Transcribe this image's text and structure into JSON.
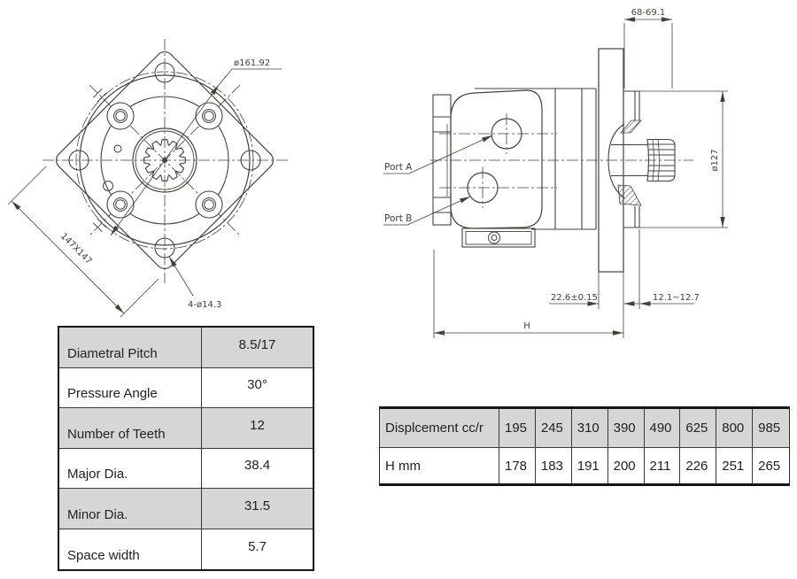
{
  "front_view": {
    "dim_bolt_circle": "ø161.92",
    "dim_square": "147X147",
    "dim_holes": "4-ø14.3"
  },
  "side_view": {
    "port_a": "Port A",
    "port_b": "Port B",
    "dim_shaft_length": "68-69.1",
    "dim_pilot_diameter": "ø127",
    "dim_flange_thickness": "22.6±0.15",
    "dim_ring_width": "12.1~12.7",
    "dim_overall_length": "H"
  },
  "gear_table": {
    "rows": [
      {
        "label": "Diametral Pitch",
        "value": "8.5/17"
      },
      {
        "label": "Pressure Angle",
        "value": "30°"
      },
      {
        "label": "Number of Teeth",
        "value": "12"
      },
      {
        "label": "Major Dia.",
        "value": "38.4"
      },
      {
        "label": "Minor Dia.",
        "value": "31.5"
      },
      {
        "label": "Space width",
        "value": "5.7"
      }
    ]
  },
  "displacement_table": {
    "row1_label": "Displcement cc/r",
    "row2_label": "H  mm",
    "displacements": [
      "195",
      "245",
      "310",
      "390",
      "490",
      "625",
      "800",
      "985"
    ],
    "heights": [
      "178",
      "183",
      "191",
      "200",
      "211",
      "226",
      "251",
      "265"
    ]
  },
  "colors": {
    "line": "#46403b",
    "table_gray": "#d8d6d4",
    "background": "#ffffff"
  }
}
